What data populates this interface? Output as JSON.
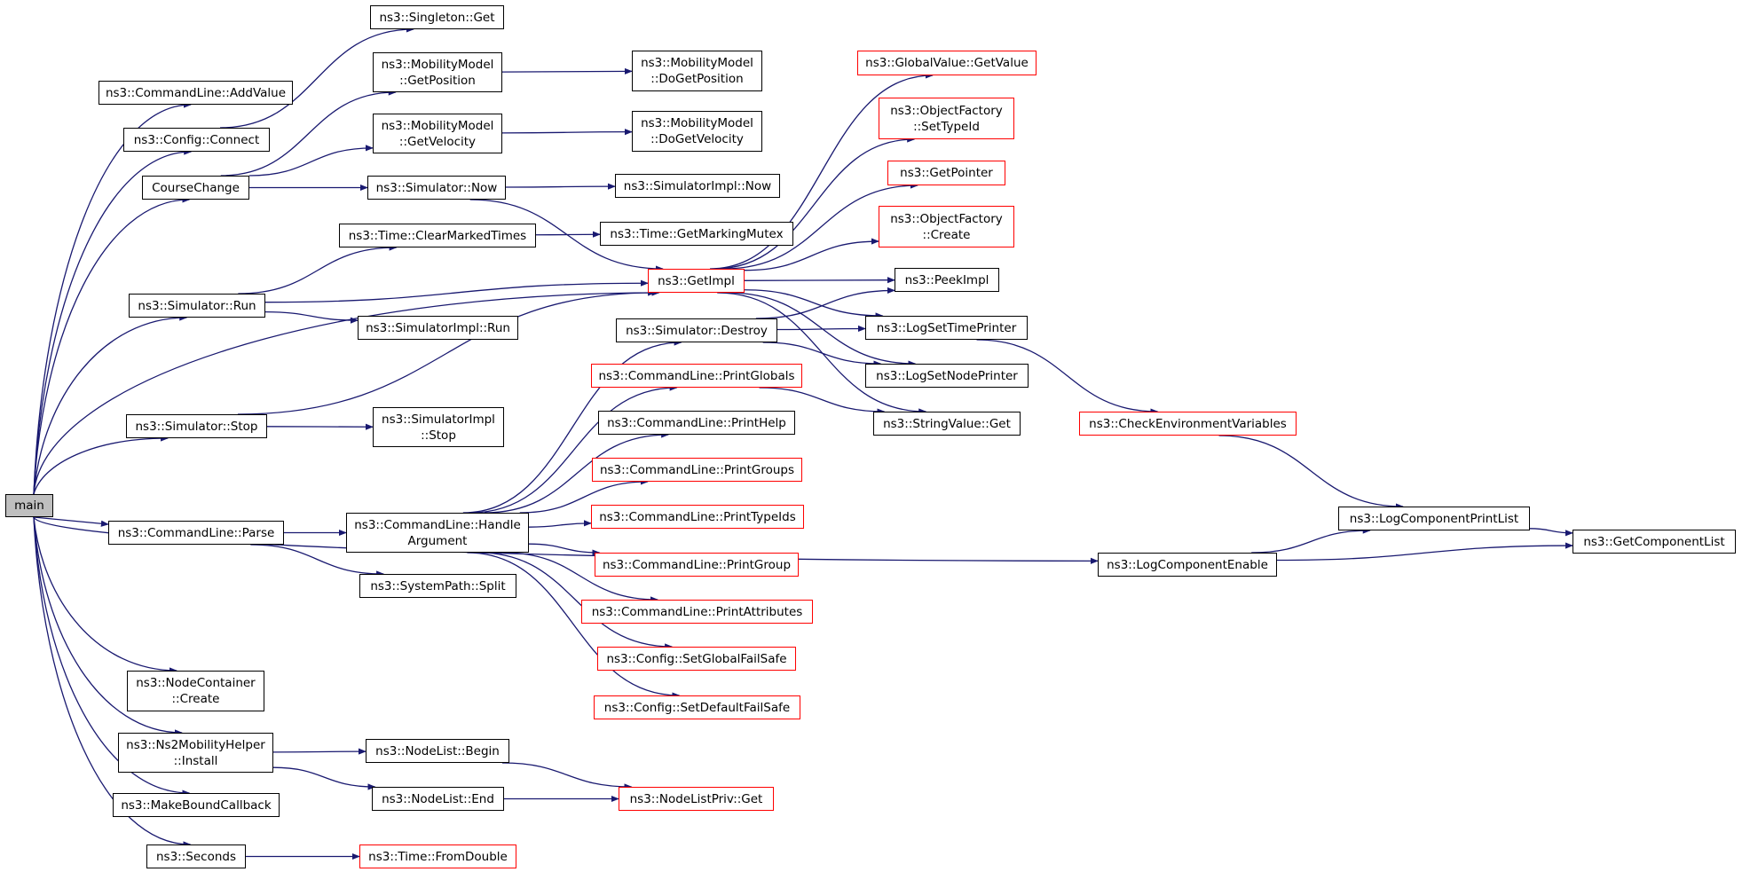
{
  "colors": {
    "edge": "#191970",
    "border": "#000000",
    "border_external": "#ff0000",
    "root_fill": "#bfbfbf"
  },
  "nodes": [
    {
      "id": "main",
      "label": "main",
      "style": "root"
    },
    {
      "id": "addvalue",
      "label": "ns3::CommandLine::AddValue",
      "style": "normal"
    },
    {
      "id": "connect",
      "label": "ns3::Config::Connect",
      "style": "normal"
    },
    {
      "id": "coursechange",
      "label": "CourseChange",
      "style": "normal"
    },
    {
      "id": "sim_run",
      "label": "ns3::Simulator::Run",
      "style": "normal"
    },
    {
      "id": "sim_stop",
      "label": "ns3::Simulator::Stop",
      "style": "normal"
    },
    {
      "id": "parse",
      "label": "ns3::CommandLine::Parse",
      "style": "normal"
    },
    {
      "id": "nc_create",
      "label": "ns3::NodeContainer\n::Create",
      "style": "normal"
    },
    {
      "id": "ns2install",
      "label": "ns3::Ns2MobilityHelper\n::Install",
      "style": "normal"
    },
    {
      "id": "mkbound",
      "label": "ns3::MakeBoundCallback",
      "style": "normal"
    },
    {
      "id": "seconds",
      "label": "ns3::Seconds",
      "style": "normal"
    },
    {
      "id": "singleton",
      "label": "ns3::Singleton::Get",
      "style": "normal"
    },
    {
      "id": "getposition",
      "label": "ns3::MobilityModel\n::GetPosition",
      "style": "normal"
    },
    {
      "id": "getvelocity",
      "label": "ns3::MobilityModel\n::GetVelocity",
      "style": "normal"
    },
    {
      "id": "sim_now",
      "label": "ns3::Simulator::Now",
      "style": "normal"
    },
    {
      "id": "clearmarked",
      "label": "ns3::Time::ClearMarkedTimes",
      "style": "normal"
    },
    {
      "id": "simimpl_run",
      "label": "ns3::SimulatorImpl::Run",
      "style": "normal"
    },
    {
      "id": "simimpl_stop",
      "label": "ns3::SimulatorImpl\n::Stop",
      "style": "normal"
    },
    {
      "id": "handlearg",
      "label": "ns3::CommandLine::Handle\nArgument",
      "style": "normal"
    },
    {
      "id": "split",
      "label": "ns3::SystemPath::Split",
      "style": "normal"
    },
    {
      "id": "nl_begin",
      "label": "ns3::NodeList::Begin",
      "style": "normal"
    },
    {
      "id": "nl_end",
      "label": "ns3::NodeList::End",
      "style": "normal"
    },
    {
      "id": "fromdouble",
      "label": "ns3::Time::FromDouble",
      "style": "external"
    },
    {
      "id": "dogetposition",
      "label": "ns3::MobilityModel\n::DoGetPosition",
      "style": "normal"
    },
    {
      "id": "dogetvelocity",
      "label": "ns3::MobilityModel\n::DoGetVelocity",
      "style": "normal"
    },
    {
      "id": "simimpl_now",
      "label": "ns3::SimulatorImpl::Now",
      "style": "normal"
    },
    {
      "id": "markingmutex",
      "label": "ns3::Time::GetMarkingMutex",
      "style": "normal"
    },
    {
      "id": "getimpl",
      "label": "ns3::GetImpl",
      "style": "external"
    },
    {
      "id": "sim_destroy",
      "label": "ns3::Simulator::Destroy",
      "style": "normal"
    },
    {
      "id": "printglobals",
      "label": "ns3::CommandLine::PrintGlobals",
      "style": "external"
    },
    {
      "id": "printhelp",
      "label": "ns3::CommandLine::PrintHelp",
      "style": "normal"
    },
    {
      "id": "printgroups",
      "label": "ns3::CommandLine::PrintGroups",
      "style": "external"
    },
    {
      "id": "printtypeids",
      "label": "ns3::CommandLine::PrintTypeIds",
      "style": "external"
    },
    {
      "id": "printgroup",
      "label": "ns3::CommandLine::PrintGroup",
      "style": "external"
    },
    {
      "id": "printattributes",
      "label": "ns3::CommandLine::PrintAttributes",
      "style": "external"
    },
    {
      "id": "setglobalfs",
      "label": "ns3::Config::SetGlobalFailSafe",
      "style": "external"
    },
    {
      "id": "setdefaultfs",
      "label": "ns3::Config::SetDefaultFailSafe",
      "style": "external"
    },
    {
      "id": "nlpriv_get",
      "label": "ns3::NodeListPriv::Get",
      "style": "external"
    },
    {
      "id": "gv_getvalue",
      "label": "ns3::GlobalValue::GetValue",
      "style": "external"
    },
    {
      "id": "of_settypeid",
      "label": "ns3::ObjectFactory\n::SetTypeId",
      "style": "external"
    },
    {
      "id": "getpointer",
      "label": "ns3::GetPointer",
      "style": "external"
    },
    {
      "id": "of_create",
      "label": "ns3::ObjectFactory\n::Create",
      "style": "external"
    },
    {
      "id": "peekimpl",
      "label": "ns3::PeekImpl",
      "style": "normal"
    },
    {
      "id": "logsettimeprinter",
      "label": "ns3::LogSetTimePrinter",
      "style": "normal"
    },
    {
      "id": "logsetnodeprinter",
      "label": "ns3::LogSetNodePrinter",
      "style": "normal"
    },
    {
      "id": "stringvalue_get",
      "label": "ns3::StringValue::Get",
      "style": "normal"
    },
    {
      "id": "checkenv",
      "label": "ns3::CheckEnvironmentVariables",
      "style": "external"
    },
    {
      "id": "logcompenable",
      "label": "ns3::LogComponentEnable",
      "style": "normal"
    },
    {
      "id": "logcompprintlist",
      "label": "ns3::LogComponentPrintList",
      "style": "normal"
    },
    {
      "id": "getcomponentlist",
      "label": "ns3::GetComponentList",
      "style": "normal"
    }
  ],
  "edges": [
    [
      "main",
      "addvalue"
    ],
    [
      "main",
      "connect"
    ],
    [
      "main",
      "coursechange"
    ],
    [
      "main",
      "sim_run"
    ],
    [
      "main",
      "sim_stop"
    ],
    [
      "main",
      "getimpl"
    ],
    [
      "main",
      "parse"
    ],
    [
      "main",
      "logcompenable"
    ],
    [
      "main",
      "nc_create"
    ],
    [
      "main",
      "ns2install"
    ],
    [
      "main",
      "mkbound"
    ],
    [
      "main",
      "seconds"
    ],
    [
      "connect",
      "singleton"
    ],
    [
      "coursechange",
      "getposition"
    ],
    [
      "coursechange",
      "getvelocity"
    ],
    [
      "coursechange",
      "sim_now"
    ],
    [
      "getposition",
      "dogetposition"
    ],
    [
      "getvelocity",
      "dogetvelocity"
    ],
    [
      "sim_now",
      "simimpl_now"
    ],
    [
      "sim_now",
      "getimpl"
    ],
    [
      "sim_run",
      "clearmarked"
    ],
    [
      "sim_run",
      "getimpl"
    ],
    [
      "sim_run",
      "simimpl_run"
    ],
    [
      "clearmarked",
      "markingmutex"
    ],
    [
      "sim_stop",
      "simimpl_stop"
    ],
    [
      "sim_stop",
      "getimpl"
    ],
    [
      "parse",
      "handlearg"
    ],
    [
      "parse",
      "split"
    ],
    [
      "handlearg",
      "sim_destroy"
    ],
    [
      "handlearg",
      "printglobals"
    ],
    [
      "handlearg",
      "printhelp"
    ],
    [
      "handlearg",
      "printgroups"
    ],
    [
      "handlearg",
      "printtypeids"
    ],
    [
      "handlearg",
      "printgroup"
    ],
    [
      "handlearg",
      "printattributes"
    ],
    [
      "handlearg",
      "setglobalfs"
    ],
    [
      "handlearg",
      "setdefaultfs"
    ],
    [
      "ns2install",
      "nl_begin"
    ],
    [
      "ns2install",
      "nl_end"
    ],
    [
      "nl_begin",
      "nlpriv_get"
    ],
    [
      "nl_end",
      "nlpriv_get"
    ],
    [
      "seconds",
      "fromdouble"
    ],
    [
      "getimpl",
      "gv_getvalue"
    ],
    [
      "getimpl",
      "of_settypeid"
    ],
    [
      "getimpl",
      "getpointer"
    ],
    [
      "getimpl",
      "of_create"
    ],
    [
      "getimpl",
      "peekimpl"
    ],
    [
      "getimpl",
      "logsettimeprinter"
    ],
    [
      "getimpl",
      "logsetnodeprinter"
    ],
    [
      "getimpl",
      "stringvalue_get"
    ],
    [
      "sim_destroy",
      "peekimpl"
    ],
    [
      "sim_destroy",
      "logsettimeprinter"
    ],
    [
      "sim_destroy",
      "logsetnodeprinter"
    ],
    [
      "printglobals",
      "stringvalue_get"
    ],
    [
      "logsettimeprinter",
      "checkenv"
    ],
    [
      "checkenv",
      "logcompprintlist"
    ],
    [
      "logcompenable",
      "logcompprintlist"
    ],
    [
      "logcompenable",
      "getcomponentlist"
    ],
    [
      "logcompprintlist",
      "getcomponentlist"
    ]
  ]
}
